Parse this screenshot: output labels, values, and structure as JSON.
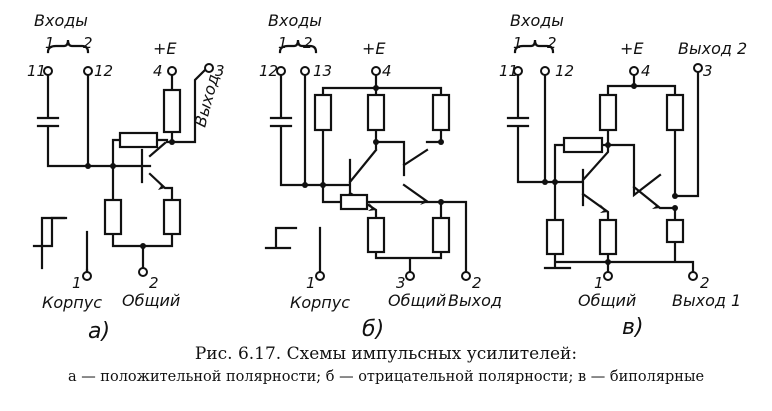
{
  "circuit_a": {
    "inputs_title": "Входы",
    "in1": "1",
    "in2": "2",
    "pin11": "11",
    "pin12": "12",
    "supply": "+E",
    "pin4": "4",
    "pin3": "3",
    "output_label": "Выход",
    "pin1": "1",
    "pin2": "2",
    "case_label": "Корпус",
    "common_label": "Общий",
    "sublabel": "а)"
  },
  "circuit_b": {
    "inputs_title": "Входы",
    "in1": "1",
    "in2": "2",
    "pin12": "12",
    "pin13": "13",
    "supply": "+E",
    "pin4": "4",
    "pin1": "1",
    "pin3": "3",
    "pin2": "2",
    "case_label": "Корпус",
    "common_label": "Общий",
    "output_label": "Выход",
    "sublabel": "б)"
  },
  "circuit_v": {
    "inputs_title": "Входы",
    "in1": "1",
    "in2": "2",
    "pin11": "11",
    "pin12": "12",
    "supply": "+E",
    "pin4": "4",
    "pin3": "3",
    "output2_label": "Выход 2",
    "pin1": "1",
    "pin2": "2",
    "common_label": "Общий",
    "output1_label": "Выход 1",
    "sublabel": "в)"
  },
  "caption": {
    "line1": "Рис. 6.17. Схемы импульсных усилителей:",
    "line2": "а — положительной полярности; б — отрицательной полярности; в — биполярные"
  }
}
